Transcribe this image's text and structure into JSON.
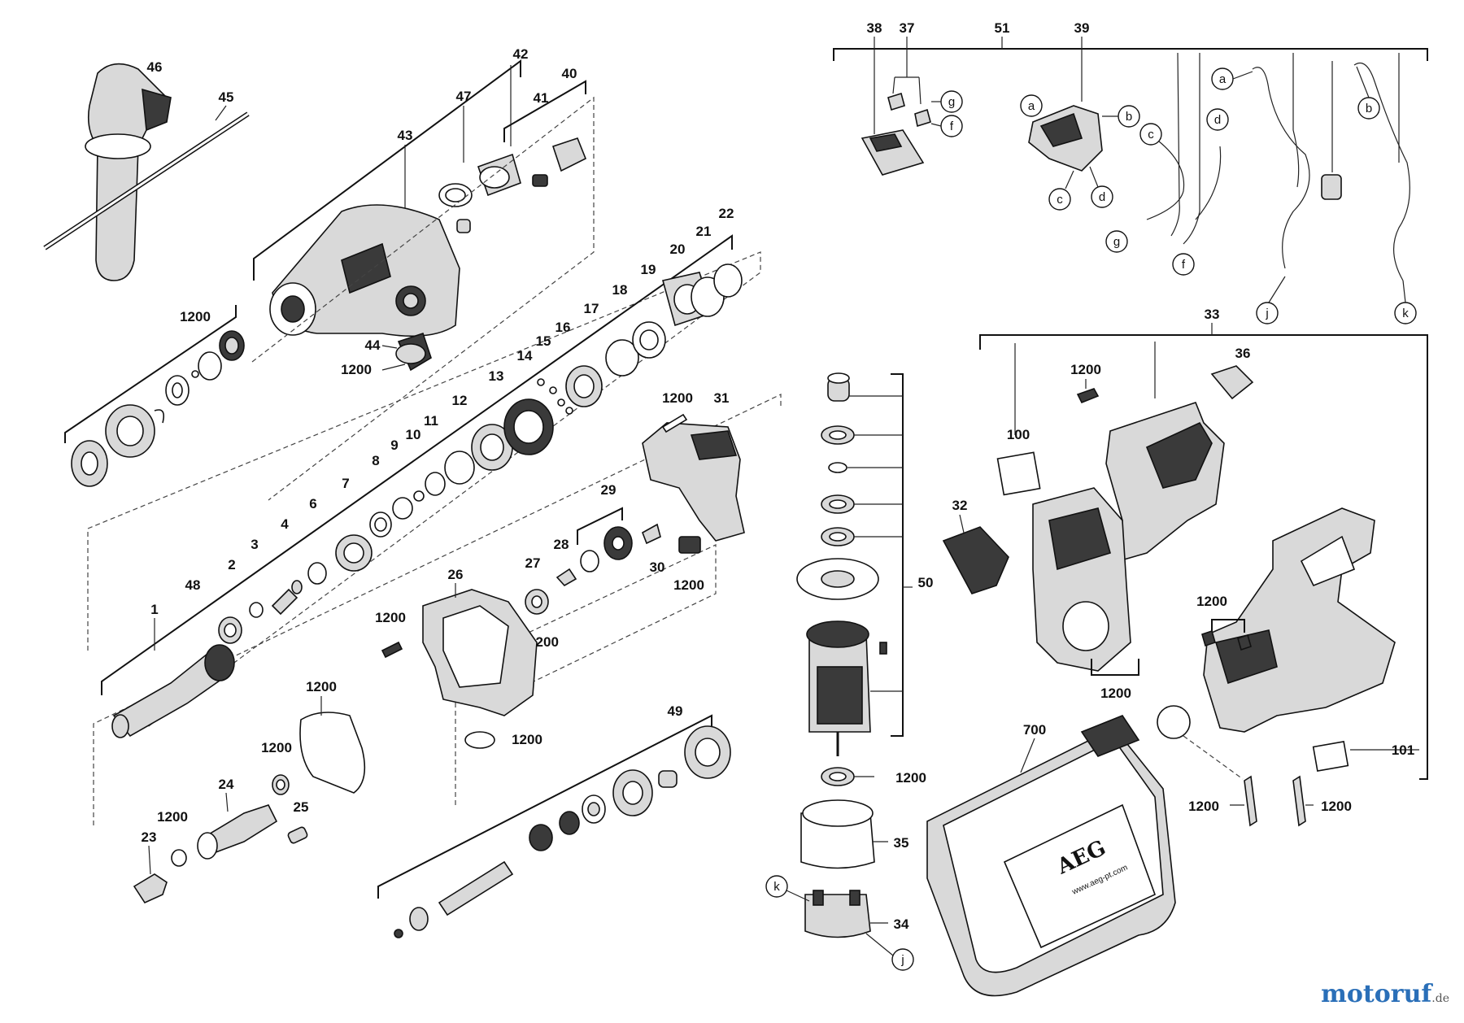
{
  "diagram": {
    "part_numbers": [
      "46",
      "45",
      "42",
      "47",
      "41",
      "40",
      "43",
      "44",
      "1200_a",
      "1200_b",
      "22",
      "21",
      "20",
      "19",
      "18",
      "17",
      "16",
      "15",
      "14",
      "13",
      "12",
      "11",
      "10",
      "9",
      "8",
      "7",
      "6",
      "4",
      "3",
      "2",
      "48",
      "1",
      "31",
      "1200_c",
      "29",
      "28",
      "27",
      "30",
      "1200_d",
      "26",
      "1200_e",
      "1200_f",
      "1200_g",
      "1200_h",
      "24",
      "1200_i",
      "25",
      "23",
      "49",
      "50",
      "1200_j",
      "35",
      "34",
      "38",
      "37",
      "51",
      "39",
      "33",
      "36",
      "1200_k",
      "100",
      "32",
      "1200_l",
      "1200_m",
      "700",
      "101",
      "1200_n",
      "1200_o"
    ],
    "labels": {
      "46": "46",
      "45": "45",
      "42": "42",
      "47": "47",
      "41": "41",
      "40": "40",
      "43": "43",
      "44": "44",
      "1200_a": "1200",
      "1200_b": "1200",
      "22": "22",
      "21": "21",
      "20": "20",
      "19": "19",
      "18": "18",
      "17": "17",
      "16": "16",
      "15": "15",
      "14": "14",
      "13": "13",
      "12": "12",
      "11": "11",
      "10": "10",
      "9": "9",
      "8": "8",
      "7": "7",
      "6": "6",
      "4": "4",
      "3": "3",
      "2": "2",
      "48": "48",
      "1": "1",
      "31": "31",
      "1200_c": "1200",
      "29": "29",
      "28": "28",
      "27": "27",
      "30": "30",
      "1200_d": "1200",
      "26": "26",
      "1200_e": "1200",
      "1200_f": "1200",
      "1200_g": "1200",
      "1200_h": "1200",
      "24": "24",
      "1200_i": "1200",
      "25": "25",
      "23": "23",
      "49": "49",
      "50": "50",
      "1200_j": "1200",
      "35": "35",
      "34": "34",
      "38": "38",
      "37": "37",
      "51": "51",
      "39": "39",
      "33": "33",
      "36": "36",
      "1200_k": "1200",
      "100": "100",
      "32": "32",
      "1200_l": "1200",
      "1200_m": "1200",
      "700": "700",
      "101": "101",
      "1200_n": "1200",
      "1200_o": "1200",
      "1200_p": "1200"
    },
    "circled_letters": {
      "a1": "a",
      "g1": "g",
      "f1": "f",
      "b1": "b",
      "c1": "c",
      "d1": "d",
      "c2": "c",
      "d2": "d",
      "g2": "g",
      "f2": "f",
      "a2": "a",
      "b2": "b",
      "j1": "j",
      "k1": "k",
      "k2": "k",
      "j2": "j"
    },
    "case_brand": "AEG",
    "case_url": "www.aeg-pt.com",
    "tool_brand": "AEG"
  },
  "watermark": {
    "main": "motoruf",
    "tld": ".de"
  },
  "colors": {
    "ink": "#111111",
    "part_fill": "#d9d9d9",
    "dark_fill": "#3a3a3a",
    "watermark_blue": "#2a6fb8",
    "watermark_orange": "#e07a1a"
  }
}
